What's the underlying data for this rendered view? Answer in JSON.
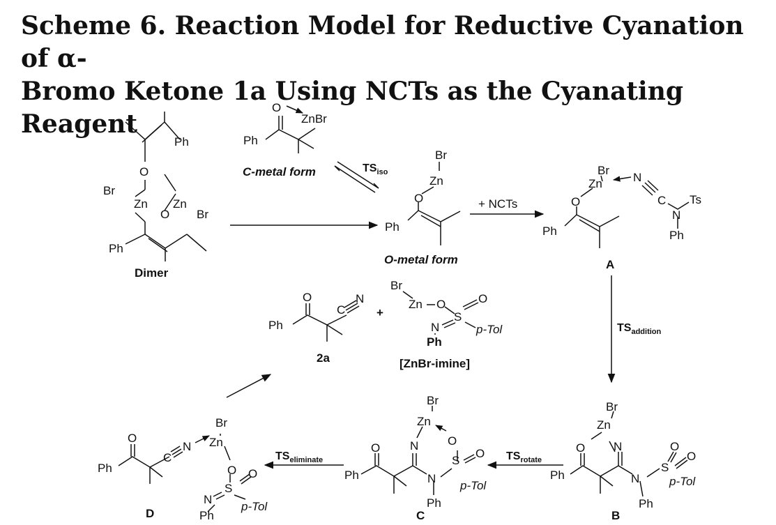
{
  "title": {
    "line1": "Scheme 6. Reaction Model for Reductive Cyanation of α-",
    "line2": "Bromo Ketone 1a Using NCTs as the Cyanating Reagent"
  },
  "labels": {
    "dimer": "Dimer",
    "c_metal_form": "C-metal form",
    "o_metal_form": "O-metal form",
    "A": "A",
    "B": "B",
    "C": "C",
    "D": "D",
    "product_2a": "2a",
    "znbr_imine": "[ZnBr-imine]",
    "plus_ncts": "+ NCTs",
    "plus": "+"
  },
  "transition_states": {
    "ts_iso": {
      "main": "TS",
      "sub": "iso"
    },
    "ts_addition": {
      "main": "TS",
      "sub": "addition"
    },
    "ts_rotate": {
      "main": "TS",
      "sub": "rotate"
    },
    "ts_eliminate": {
      "main": "TS",
      "sub": "eliminate"
    }
  },
  "atoms": {
    "Ph": "Ph",
    "Br": "Br",
    "Zn": "Zn",
    "ZnBr": "ZnBr",
    "O": "O",
    "N": "N",
    "C": "C",
    "S": "S",
    "Ts": "Ts",
    "pTol": "p-Tol",
    "PhBold": "Ph"
  }
}
